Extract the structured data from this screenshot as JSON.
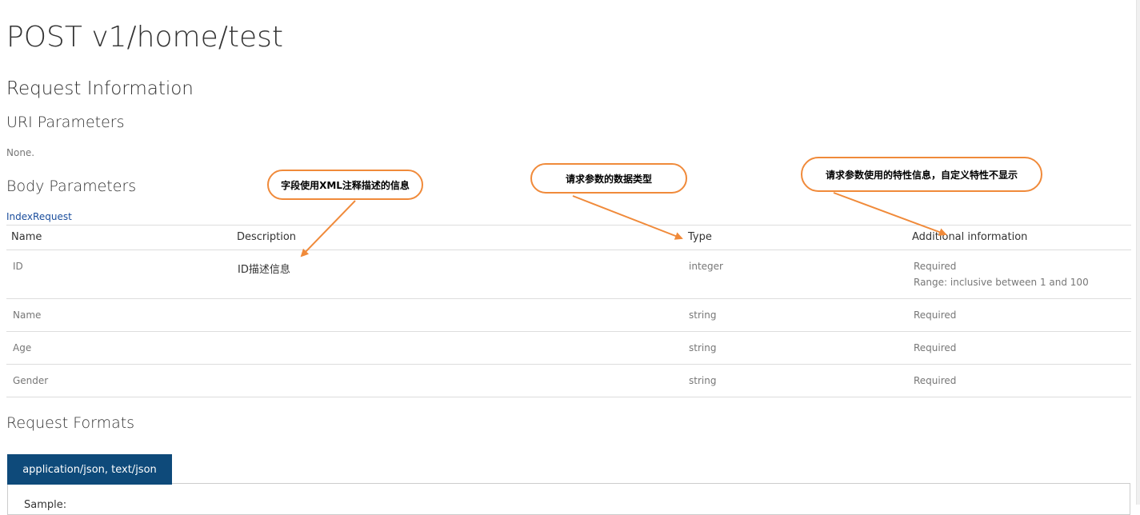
{
  "page": {
    "title": "POST v1/home/test"
  },
  "sections": {
    "request_information": "Request Information",
    "uri_parameters": "URI Parameters",
    "uri_none": "None.",
    "body_parameters": "Body Parameters",
    "model_link": "IndexRequest",
    "request_formats": "Request Formats"
  },
  "table": {
    "headers": [
      "Name",
      "Description",
      "Type",
      "Additional information"
    ],
    "rows": [
      {
        "name": "ID",
        "description": "ID描述信息",
        "type": "integer",
        "info": [
          "Required",
          "Range: inclusive between 1 and 100"
        ]
      },
      {
        "name": "Name",
        "description": "",
        "type": "string",
        "info": [
          "Required"
        ]
      },
      {
        "name": "Age",
        "description": "",
        "type": "string",
        "info": [
          "Required"
        ]
      },
      {
        "name": "Gender",
        "description": "",
        "type": "string",
        "info": [
          "Required"
        ]
      }
    ]
  },
  "annotations": {
    "description_callout": "字段使用XML注释描述的信息",
    "type_callout": "请求参数的数据类型",
    "info_callout": "请求参数使用的特性信息，自定义特性不显示"
  },
  "formats": {
    "tab_label": "application/json, text/json",
    "sample_label": "Sample:"
  },
  "colors": {
    "callout_border": "#f08a3a",
    "tab_bg": "#0e4a7a",
    "link": "#1a4d9c"
  }
}
